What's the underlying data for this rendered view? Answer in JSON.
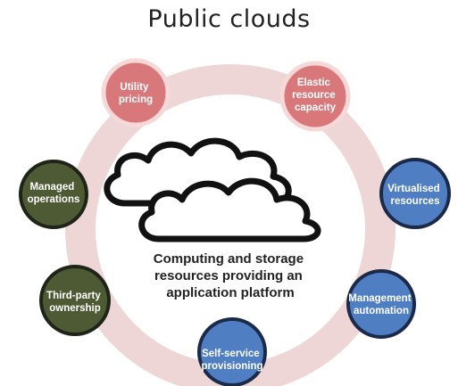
{
  "title": "Public clouds",
  "center_text": [
    "Computing and storage",
    "resources providing an",
    "application platform"
  ],
  "colors": {
    "ring": "#efd6d6",
    "red_node": "#d9787a",
    "red_node_stroke": "#f6d8d8",
    "blue_node": "#4f7fc2",
    "blue_node_stroke": "#1b2a48",
    "green_node": "#4e5a33",
    "green_node_stroke": "#1e2418",
    "cloud_stroke": "#111111"
  },
  "nodes": [
    {
      "id": "utility-pricing",
      "lines": [
        "Utility",
        "pricing"
      ],
      "color": "red"
    },
    {
      "id": "elastic-resource-capacity",
      "lines": [
        "Elastic",
        "resource",
        "capacity"
      ],
      "color": "red"
    },
    {
      "id": "virtualised-resources",
      "lines": [
        "Virtualised",
        "resources"
      ],
      "color": "blue"
    },
    {
      "id": "management-automation",
      "lines": [
        "Management",
        "automation"
      ],
      "color": "blue"
    },
    {
      "id": "self-service-provisioning",
      "lines": [
        "Self-service",
        "provisioning"
      ],
      "color": "blue"
    },
    {
      "id": "third-party-ownership",
      "lines": [
        "Third-party",
        "ownership"
      ],
      "color": "green"
    },
    {
      "id": "managed-operations",
      "lines": [
        "Managed",
        "operations"
      ],
      "color": "green"
    }
  ]
}
